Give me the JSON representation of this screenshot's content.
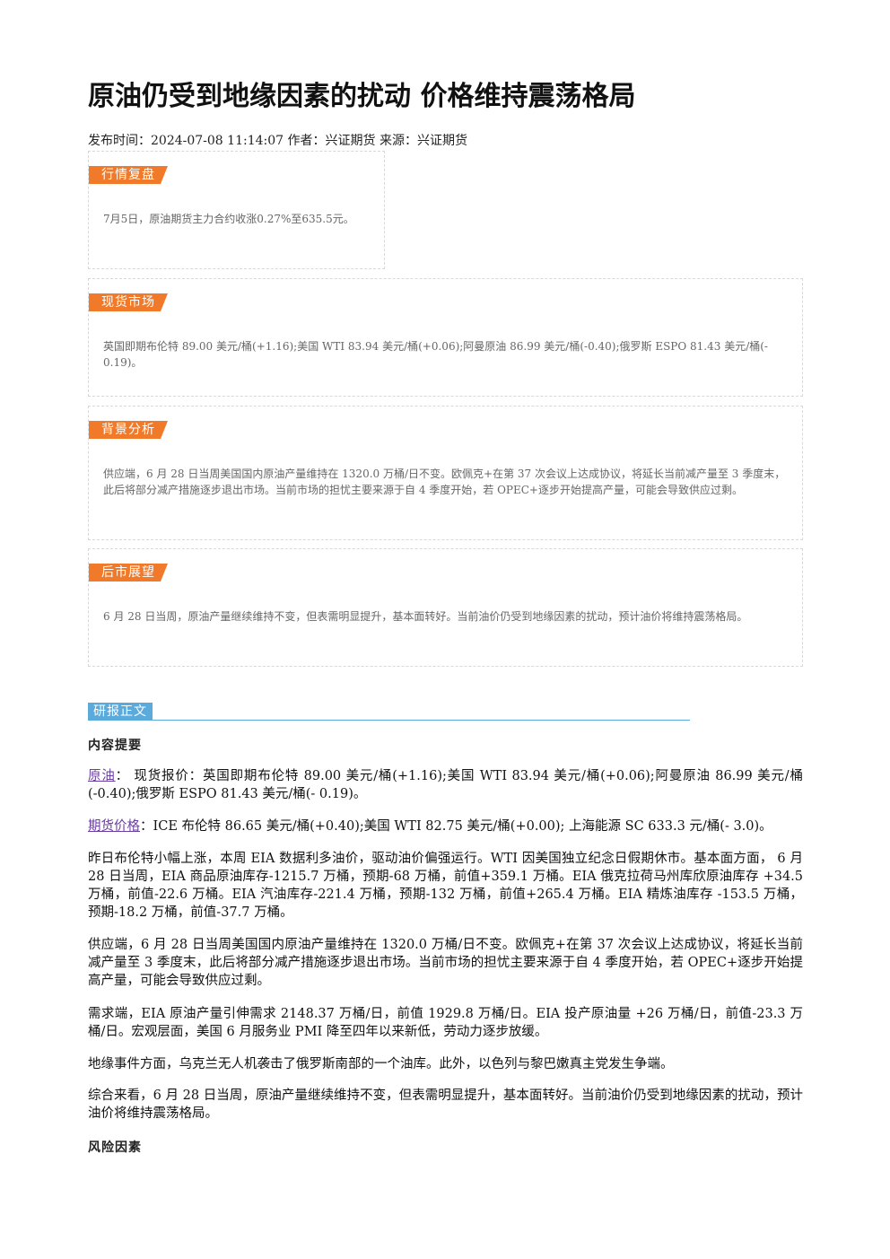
{
  "article": {
    "title": "原油仍受到地缘因素的扰动 价格维持震荡格局",
    "meta": "发布时间：2024-07-08 11:14:07 作者：兴证期货 来源：兴证期货"
  },
  "sections": {
    "market_review": {
      "label": "行情复盘",
      "text": "7月5日，原油期货主力合约收涨0.27%至635.5元。"
    },
    "spot_market": {
      "label": "现货市场",
      "text": "英国即期布伦特 89.00 美元/桶(+1.16);美国 WTI 83.94 美元/桶(+0.06);阿曼原油 86.99 美元/桶(-0.40);俄罗斯 ESPO 81.43 美元/桶(- 0.19)。"
    },
    "background": {
      "label": "背景分析",
      "text": "供应端，6 月 28 日当周美国国内原油产量维持在 1320.0 万桶/日不变。欧佩克+在第 37 次会议上达成协议，将延长当前减产量至 3 季度末，此后将部分减产措施逐步退出市场。当前市场的担忧主要来源于自 4 季度开始，若 OPEC+逐步开始提高产量，可能会导致供应过剩。"
    },
    "outlook": {
      "label": "后市展望",
      "text": "6 月 28 日当周，原油产量继续维持不变，但表需明显提升，基本面转好。当前油价仍受到地缘因素的扰动，预计油价将维持震荡格局。"
    }
  },
  "research": {
    "label": "研报正文",
    "summary_heading": "内容提要",
    "p1_link": "原油",
    "p1_text": "： 现货报价：英国即期布伦特 89.00 美元/桶(+1.16);美国 WTI 83.94 美元/桶(+0.06);阿曼原油 86.99 美元/桶(-0.40);俄罗斯 ESPO 81.43 美元/桶(- 0.19)。",
    "p2_link": "期货价格",
    "p2_text": "：ICE 布伦特 86.65 美元/桶(+0.40);美国 WTI 82.75 美元/桶(+0.00); 上海能源 SC 633.3 元/桶(- 3.0)。",
    "p3": "昨日布伦特小幅上涨，本周 EIA 数据利多油价，驱动油价偏强运行。WTI 因美国独立纪念日假期休市。基本面方面， 6 月 28 日当周，EIA 商品原油库存-1215.7 万桶，预期-68 万桶，前值+359.1 万桶。EIA 俄克拉荷马州库欣原油库存 +34.5 万桶，前值-22.6 万桶。EIA 汽油库存-221.4 万桶，预期-132 万桶，前值+265.4 万桶。EIA 精炼油库存 -153.5 万桶，预期-18.2 万桶，前值-37.7 万桶。",
    "p4": "供应端，6 月 28 日当周美国国内原油产量维持在 1320.0 万桶/日不变。欧佩克+在第 37 次会议上达成协议，将延长当前减产量至 3 季度末，此后将部分减产措施逐步退出市场。当前市场的担忧主要来源于自 4 季度开始，若 OPEC+逐步开始提高产量，可能会导致供应过剩。",
    "p5": "需求端，EIA 原油产量引伸需求 2148.37 万桶/日，前值 1929.8 万桶/日。EIA 投产原油量 +26 万桶/日，前值-23.3 万桶/日。宏观层面，美国 6 月服务业 PMI 降至四年以来新低，劳动力逐步放缓。",
    "p6": "地缘事件方面，乌克兰无人机袭击了俄罗斯南部的一个油库。此外，以色列与黎巴嫩真主党发生争端。",
    "p7": "综合来看，6 月 28 日当周，原油产量继续维持不变，但表需明显提升，基本面转好。当前油价仍受到地缘因素的扰动，预计油价将维持震荡格局。",
    "risk_heading": "风险因素"
  }
}
